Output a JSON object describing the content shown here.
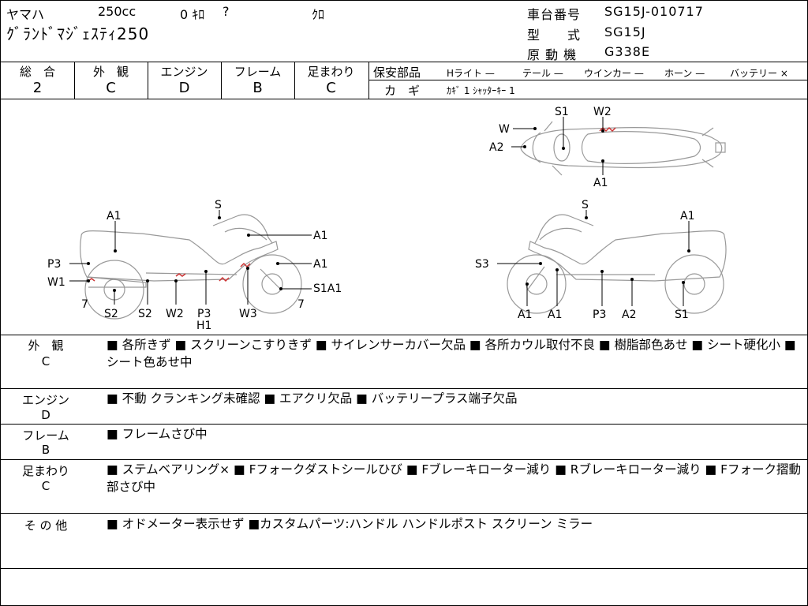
{
  "header": {
    "maker": "ヤマハ",
    "cc": "250cc",
    "mileage": "0 ｷﾛ",
    "mileage_mark": "?",
    "color": "ｸﾛ",
    "model_name": "ｸﾞﾗﾝﾄﾞﾏｼﾞｪｽﾃｨ250",
    "frame_number_label": "車台番号",
    "frame_number": "SG15J-010717",
    "model_type_label": "型　　式",
    "model_type": "SG15J",
    "engine_label": "原 動 機",
    "engine_number": "G338E"
  },
  "grades": [
    {
      "label": "総　合",
      "value": "2"
    },
    {
      "label": "外　観",
      "value": "C"
    },
    {
      "label": "エンジン",
      "value": "D"
    },
    {
      "label": "フレーム",
      "value": "B"
    },
    {
      "label": "足まわり",
      "value": "C"
    }
  ],
  "safety_parts": {
    "label": "保安部品",
    "row1": [
      {
        "name": "Hライト",
        "value": "—"
      },
      {
        "name": "テール",
        "value": "—"
      },
      {
        "name": "ウインカー",
        "value": "—"
      },
      {
        "name": "ホーン",
        "value": "—"
      },
      {
        "name": "バッテリー",
        "value": "×"
      }
    ],
    "key_label": "カ　ギ",
    "key_value": "ｶｷﾞ 1 ｼｬｯﾀｰｷｰ 1"
  },
  "diagram_labels": {
    "top_W": "W",
    "top_S1": "S1",
    "top_W2": "W2",
    "top_A2": "A2",
    "top_A1": "A1",
    "l_A1a": "A1",
    "l_S": "S",
    "l_A1b": "A1",
    "l_P3": "P3",
    "l_A1c": "A1",
    "l_W1": "W1",
    "l_S1A1": "S1A1",
    "l_7a": "7",
    "l_7b": "7",
    "l_S2a": "S2",
    "l_S2b": "S2",
    "l_W2": "W2",
    "l_P3b": "P3",
    "l_H1": "H1",
    "l_W3": "W3",
    "r_S": "S",
    "r_A1": "A1",
    "r_S3": "S3",
    "r_A1a": "A1",
    "r_A1b": "A1",
    "r_P3": "P3",
    "r_A2": "A2",
    "r_S1": "S1"
  },
  "sections": [
    {
      "label": "外　観",
      "grade": "C",
      "text": "■ 各所きず ■ スクリーンこすりきず ■ サイレンサーカバー欠品 ■ 各所カウル取付不良 ■ 樹脂部色あせ ■ シート硬化小 ■ シート色あせ中"
    },
    {
      "label": "エンジン",
      "grade": "D",
      "text": "■ 不動 クランキング未確認 ■ エアクリ欠品 ■ バッテリープラス端子欠品"
    },
    {
      "label": "フレーム",
      "grade": "B",
      "text": "■ フレームさび中"
    },
    {
      "label": "足まわり",
      "grade": "C",
      "text": "■ ステムベアリング× ■ Fフォークダストシールひび ■ Fブレーキローター減り ■ Rブレーキローター減り ■ Fフォーク摺動部さび中"
    },
    {
      "label": "そ の 他",
      "grade": "",
      "text": "■ オドメーター表示せず ■カスタムパーツ:ハンドル ハンドルポスト スクリーン ミラー"
    }
  ]
}
